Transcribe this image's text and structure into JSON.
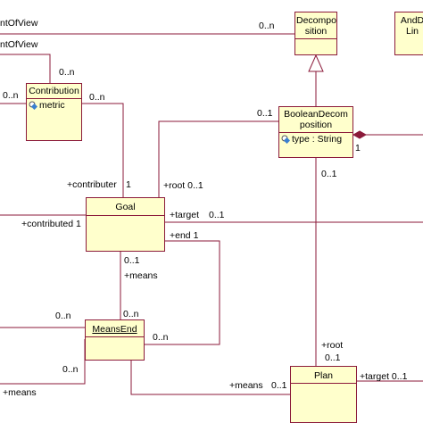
{
  "classes": {
    "decomposition": {
      "name": "Decompo\nsition"
    },
    "andd": {
      "name": "AndD\nLin"
    },
    "contribution": {
      "name": "Contribution",
      "attr": "metric"
    },
    "boolean": {
      "name": "BooleanDecom\nposition",
      "attr": "type : String"
    },
    "goal": {
      "name": "Goal"
    },
    "meansend": {
      "name": "MeansEnd"
    },
    "plan": {
      "name": "Plan"
    }
  },
  "labels": {
    "pov1": "ntOfView",
    "pov2": "ntOfView",
    "m_0n_dec": "0..n",
    "m_0n_contrib_top": "0..n",
    "m_0n_contrib_left": "0..n",
    "m_0n_contrib_right": "0..n",
    "m_01_bool": "0..1",
    "m_1_bool": "1",
    "contributer": "+contributer",
    "contributer_1": "1",
    "root_goal": "+root 0..1",
    "contributed": "+contributed 1",
    "target_goal": "+target",
    "target_goal_m": "0..1",
    "end": "+end 1",
    "m_01_goal_bottom": "0..1",
    "means_goal": "+means",
    "m_0n_meansend_left": "0..n",
    "m_0n_meansend_top": "0..n",
    "m_0n_meansend_right": "0..n",
    "m_0n_bottom_left": "0..n",
    "means_bottom_left": "+means",
    "m_01_bool_bottom": "0..1",
    "root_plan": "+root",
    "root_plan_m": "0..1",
    "means_plan": "+means",
    "means_plan_m": "0..1",
    "target_plan": "+target 0..1"
  },
  "colors": {
    "line": "#8b1a3a",
    "fill": "#ffffcc",
    "icon": "#3a7fd0"
  }
}
